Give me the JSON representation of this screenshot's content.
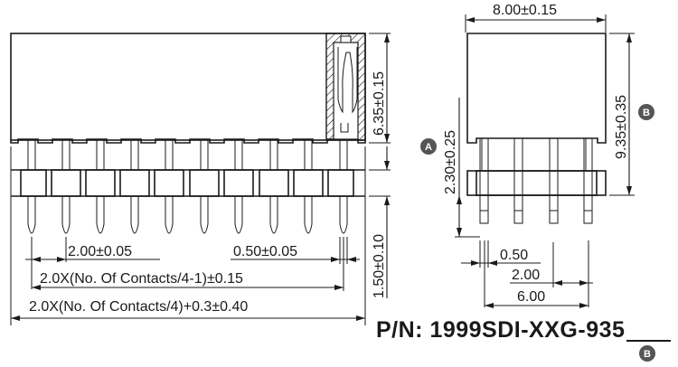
{
  "front_view": {
    "pin_count": 10,
    "dimensions": {
      "height_body": "6.35±0.15",
      "tail_length": "1.50±0.10",
      "pitch": "2.00±0.05",
      "pin_width": "0.50±0.05",
      "pitch_span": "2.0X(No. Of Contacts/4-1)±0.15",
      "overall_length": "2.0X(No. Of Contacts/4)+0.3±0.40"
    }
  },
  "side_view": {
    "pin_count": 4,
    "dimensions": {
      "width": "8.00±0.15",
      "total_height": "9.35±0.35",
      "standoff_height": "2.30±0.25",
      "pin_width": "0.50",
      "row_pitch": "2.00",
      "row_span": "6.00"
    },
    "markers": {
      "a": "A",
      "b": "B"
    }
  },
  "part_number": {
    "prefix": "P/N: 1999SDI-XXG-",
    "variant": "935",
    "variant_marker": "B"
  },
  "colors": {
    "line": "#1a1a1a",
    "badge": "#555555",
    "background": "#ffffff"
  }
}
